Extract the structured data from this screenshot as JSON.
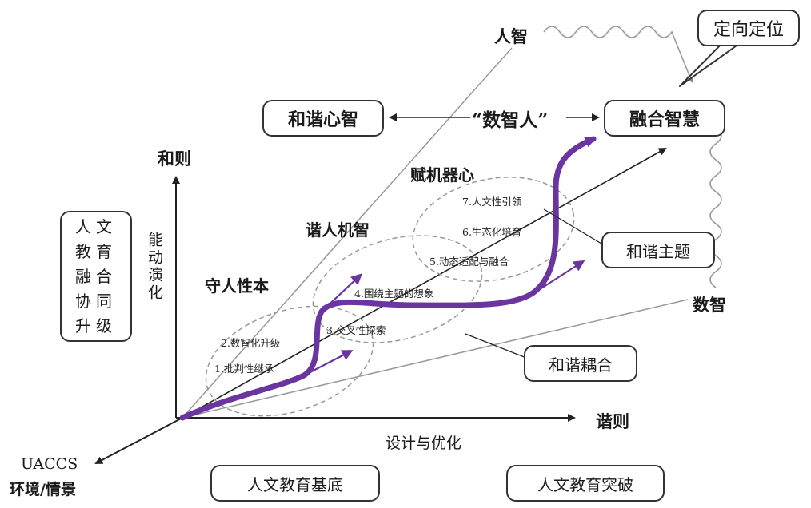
{
  "top_callout": "定向定位",
  "boxes": {
    "harmony_mind": "和谐心智",
    "fusion_wisdom": "融合智慧",
    "humanities_side": "人文教育融合协同升级",
    "harmony_theme": "和谐主题",
    "harmony_coupling": "和谐耦合",
    "edu_base": "人文教育基底",
    "edu_breakthrough": "人文教育突破"
  },
  "center_label": "“数智人”",
  "axes": {
    "human_wisdom": "人智",
    "digital_wisdom": "数智",
    "he_ze": "和则",
    "xie_ze": "谐则",
    "uaccs": "UACCS",
    "env": "环境/情景",
    "capability": "能动演化",
    "design": "设计与优化"
  },
  "stages": {
    "s1": "守人性本",
    "s2": "谐人机智",
    "s3": "赋机器心"
  },
  "steps": [
    "1.批判性继承",
    "2.数智化升级",
    "3.交叉性探索",
    "4.围绕主题的想象",
    "5.动态适配与融合",
    "6.生态化培育",
    "7.人文性引领"
  ]
}
